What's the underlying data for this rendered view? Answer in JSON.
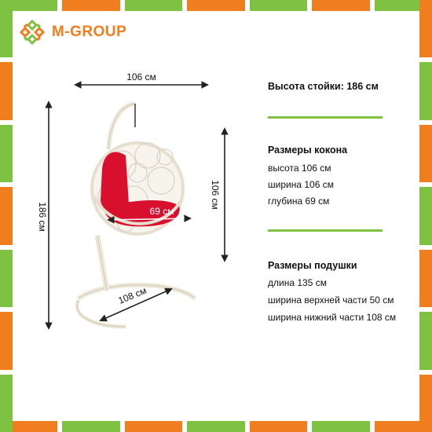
{
  "brand": {
    "name": "M-GROUP",
    "logo_icon": "m-group-logo-icon",
    "color": "#f07d1e"
  },
  "colors": {
    "green": "#7fc242",
    "orange": "#f07d1e",
    "cushion": "#d8102e",
    "frame": "#efe9dc"
  },
  "dimensions": {
    "width_top": "106 см",
    "height_total": "186 см",
    "height_cocoon": "106 см",
    "depth": "69 см",
    "base": "108 см"
  },
  "info": {
    "stand_height": "Высота стойки: 186 см",
    "cocoon": {
      "title": "Размеры кокона",
      "lines": [
        "высота 106 см",
        "ширина 106 см",
        "глубина 69 см"
      ]
    },
    "pillow": {
      "title": "Размеры подушки",
      "lines": [
        "длина 135 см",
        "ширина верхней части 50 см",
        "ширина нижний части 108 см"
      ]
    }
  }
}
